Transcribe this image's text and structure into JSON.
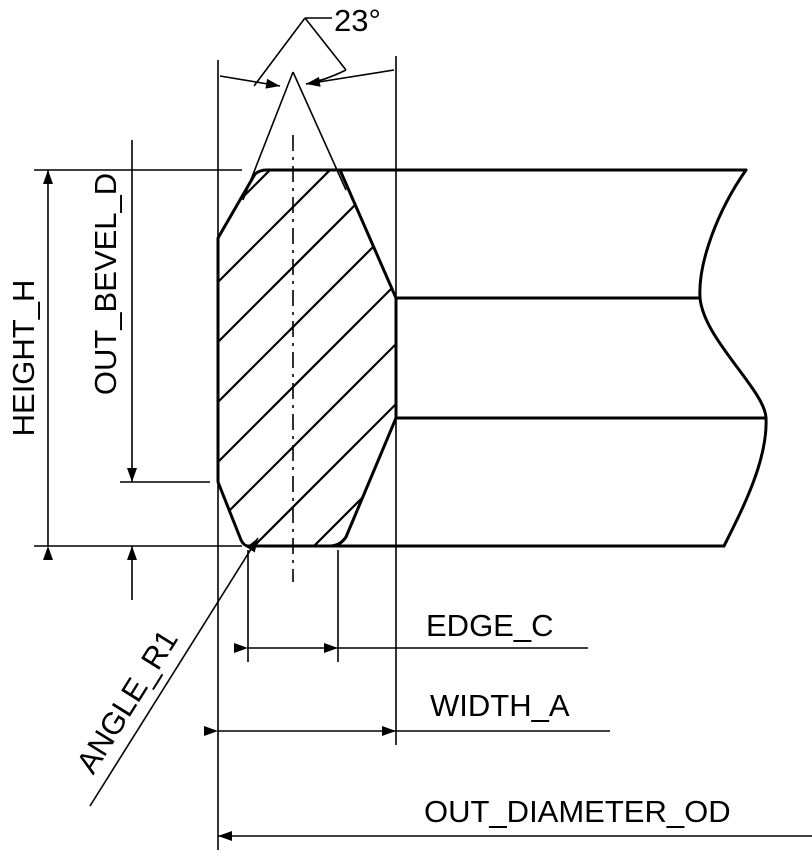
{
  "labels": {
    "angle": "23°",
    "out_bevel": "OUT_BEVEL_D",
    "height": "HEIGHT_H",
    "angle_r1": "ANGLE_R1",
    "edge": "EDGE_C",
    "width": "WIDTH_A",
    "out_diameter": "OUT_DIAMETER_OD"
  },
  "colors": {
    "ink": "#000000",
    "paper": "#ffffff"
  },
  "arrowhead_style": "filled"
}
